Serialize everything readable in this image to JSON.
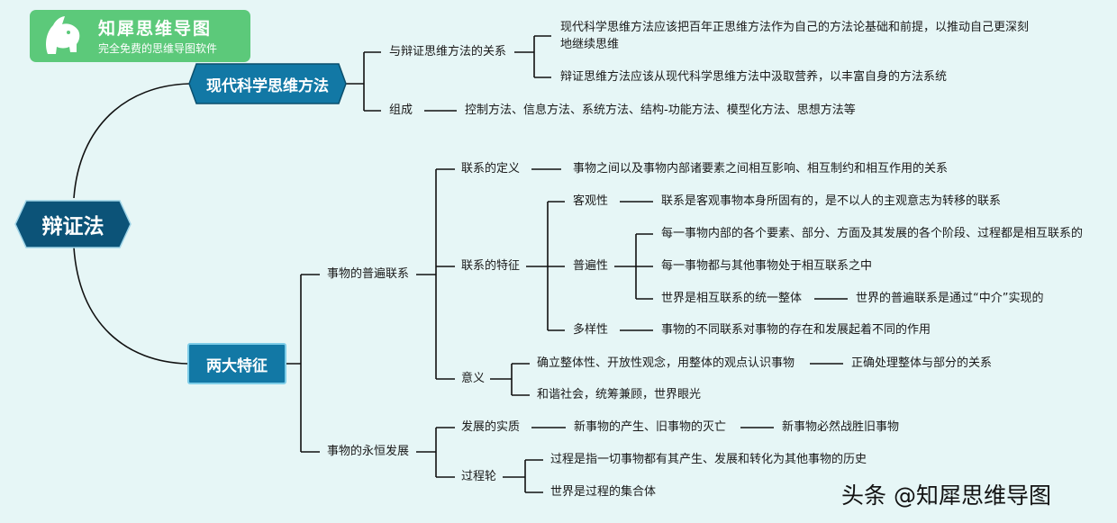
{
  "logo": {
    "name": "知犀思维导图",
    "slogan": "完全免费的思维导图软件"
  },
  "root": "辩证法",
  "branches": {
    "modern": {
      "label": "现代科学思维方法",
      "relation": {
        "label": "与辩证思维方法的关系",
        "item1_line1": "现代科学思维方法应该把百年正思维方法作为自己的方法论基础和前提，以推动自己更深刻",
        "item1_line2": "地继续思维",
        "item2": "辩证思维方法应该从现代科学思维方法中汲取营养，以丰富自身的方法系统"
      },
      "composition": {
        "label": "组成",
        "value": "控制方法、信息方法、系统方法、结构-功能方法、模型化方法、思想方法等"
      }
    },
    "features": {
      "label": "两大特征",
      "universal": {
        "label": "事物的普遍联系",
        "definition": {
          "label": "联系的定义",
          "value": "事物之间以及事物内部诸要素之间相互影响、相互制约和相互作用的关系"
        },
        "traits": {
          "label": "联系的特征",
          "objective": {
            "label": "客观性",
            "value": "联系是客观事物本身所固有的，是不以人的主观意志为转移的联系"
          },
          "universality": {
            "label": "普遍性",
            "item1": "每一事物内部的各个要素、部分、方面及其发展的各个阶段、过程都是相互联系的",
            "item2": "每一事物都与其他事物处于相互联系之中",
            "item3": "世界是相互联系的统一整体",
            "item3_child": "世界的普遍联系是通过“中介”实现的"
          },
          "diversity": {
            "label": "多样性",
            "value": "事物的不同联系对事物的存在和发展起着不同的作用"
          }
        },
        "meaning": {
          "label": "意义",
          "item1": "确立整体性、开放性观念，用整体的观点认识事物",
          "item1_child": "正确处理整体与部分的关系",
          "item2": "和谐社会，统筹兼顾，世界眼光"
        }
      },
      "development": {
        "label": "事物的永恒发展",
        "essence": {
          "label": "发展的实质",
          "value": "新事物的产生、旧事物的灭亡",
          "child": "新事物必然战胜旧事物"
        },
        "process": {
          "label": "过程轮",
          "item1": "过程是指一切事物都有其产生、发展和转化为其他事物的历史",
          "item2": "世界是过程的集合体"
        }
      }
    }
  },
  "watermark": "头条 @知犀思维导图",
  "colors": {
    "background": "#e6f6f6",
    "root_fill": "#0c5378",
    "main_fill": "#1278a5",
    "line": "#111111",
    "logo": "#5cc97a"
  }
}
